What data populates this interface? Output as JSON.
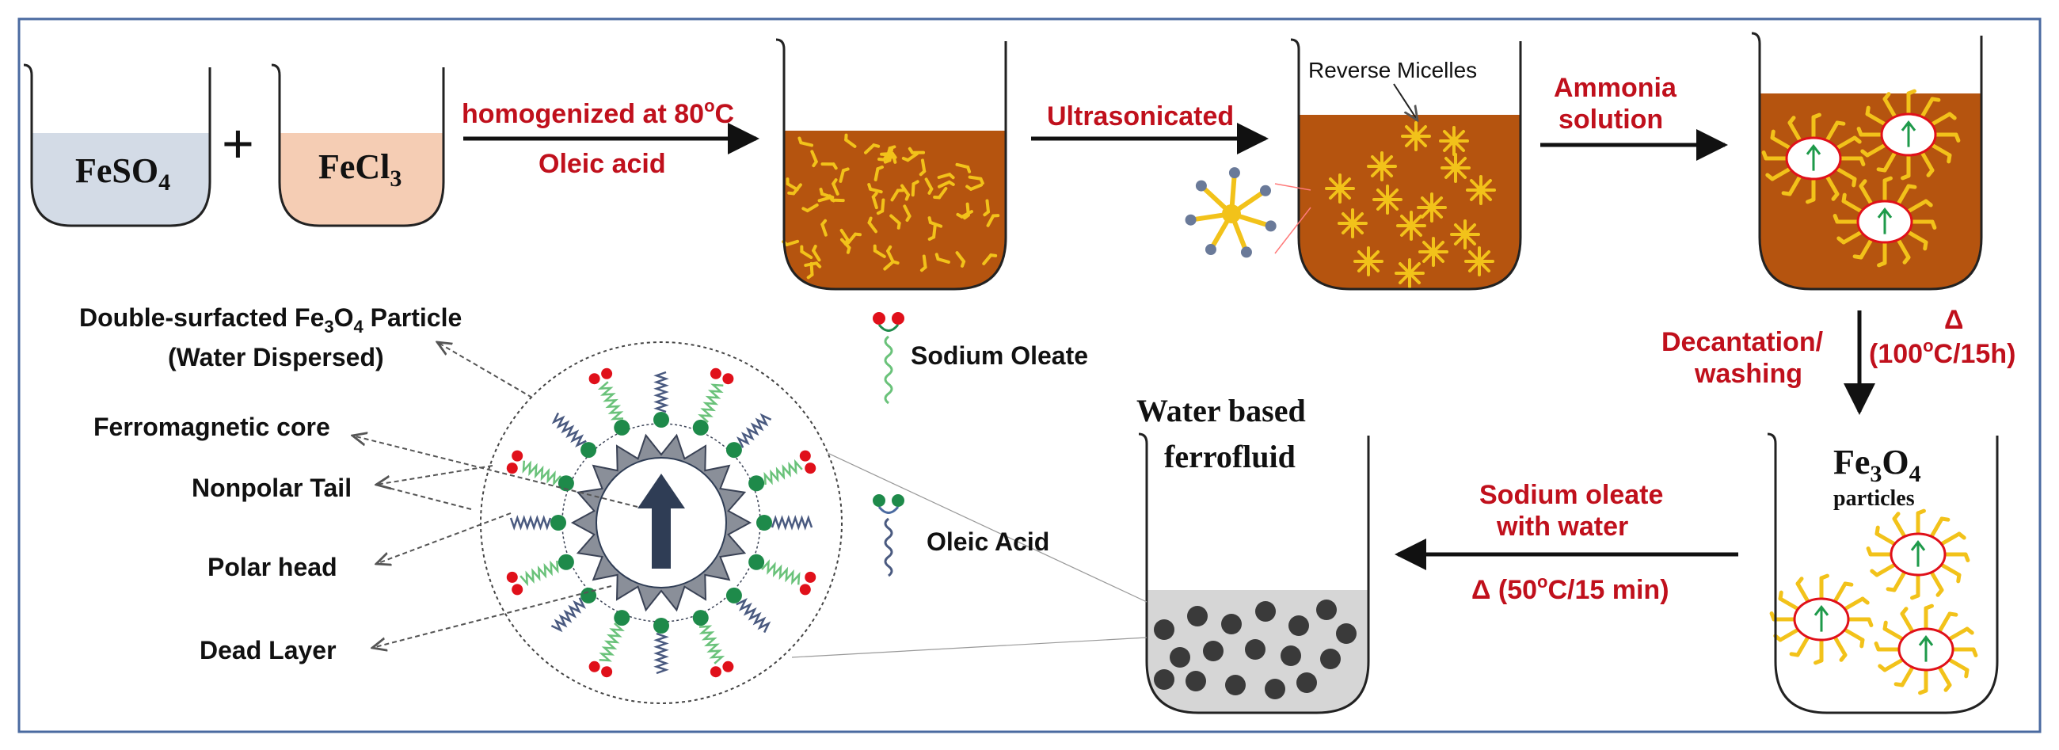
{
  "beakers": {
    "feso4": {
      "label": "FeSO",
      "sub": "4"
    },
    "fecl3": {
      "label": "FeCl",
      "sub": "3"
    },
    "plus": "+",
    "micelle_label": "Reverse Micelles",
    "product_label": "Fe",
    "product_sub1": "3",
    "product_o": "O",
    "product_sub2": "4",
    "product_caption": "particles",
    "ferrofluid_line1": "Water based",
    "ferrofluid_line2": "ferrofluid"
  },
  "steps": {
    "step1_line1": "homogenized at 80",
    "step1_sup": "o",
    "step1_unit": "C",
    "step1_line2": "Oleic acid",
    "step2": "Ultrasonicated",
    "step3_line1": "Ammonia",
    "step3_line2": "solution",
    "step4_left_line1": "Decantation/",
    "step4_left_line2": "washing",
    "step4_delta": "Δ",
    "step4_right": "(100",
    "step4_right_sup": "o",
    "step4_right_end": "C/15h)",
    "step5_line1": "Sodium oleate",
    "step5_line2": "with water",
    "step5_line3": "Δ (50",
    "step5_sup": "o",
    "step5_end": "C/15 min)"
  },
  "legend": {
    "particle_line1": "Double-surfacted Fe",
    "particle_sub1": "3",
    "particle_o": "O",
    "particle_sub2": "4",
    "particle_end": " Particle",
    "particle_line2": "(Water Dispersed)",
    "core": "Ferromagnetic core",
    "tail": "Nonpolar Tail",
    "head": "Polar head",
    "dead": "Dead Layer",
    "sodium_oleate": "Sodium Oleate",
    "oleic_acid": "Oleic Acid"
  },
  "colors": {
    "frame": "#4a6aa0",
    "arrow": "#111111",
    "accent_red": "#c0101c",
    "feso4_fill": "#d3dbe6",
    "fecl3_fill": "#f5cdb4",
    "brown_liquid": "#b5540f",
    "surfactant_yellow": "#f2c21a",
    "ferrofluid_gray": "#d6d6d6",
    "particle_dark": "#3a3a3a",
    "core_navy": "#2f3d55",
    "head_green": "#1e8a4a",
    "head_red": "#e0101a"
  }
}
